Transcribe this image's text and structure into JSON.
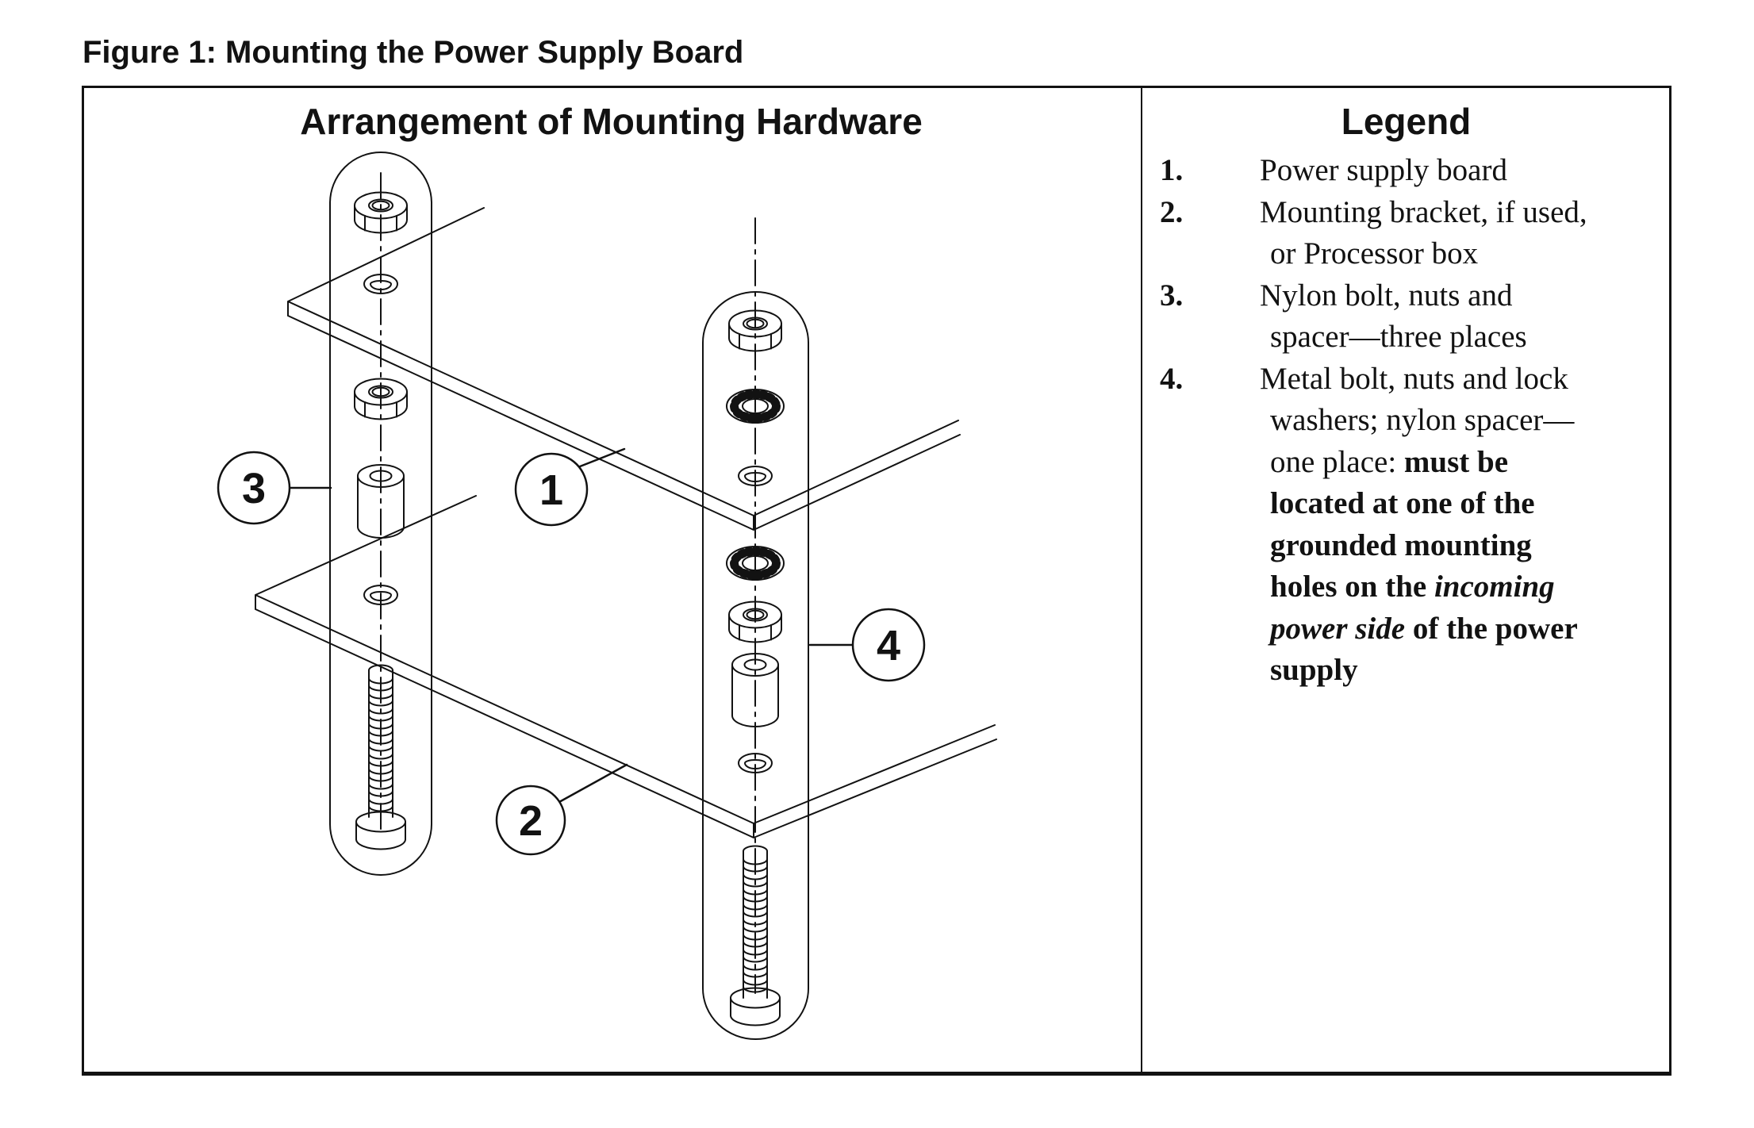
{
  "page": {
    "title": "Figure 1: Mounting the Power Supply Board"
  },
  "colors": {
    "ink": "#121212",
    "background": "#ffffff"
  },
  "diagram_panel": {
    "heading": "Arrangement of Mounting Hardware",
    "callouts": [
      {
        "number": "1",
        "points_to": "power supply board plate"
      },
      {
        "number": "2",
        "points_to": "mounting bracket plate"
      },
      {
        "number": "3",
        "points_to": "nylon bolt standoff assembly"
      },
      {
        "number": "4",
        "points_to": "metal bolt standoff assembly"
      }
    ]
  },
  "legend_panel": {
    "heading": "Legend",
    "items": [
      {
        "number": "1.",
        "lines": [
          [
            {
              "t": "Power supply board"
            }
          ]
        ]
      },
      {
        "number": "2.",
        "lines": [
          [
            {
              "t": "Mounting bracket, if used,"
            }
          ],
          [
            {
              "t": "or Processor box"
            }
          ]
        ]
      },
      {
        "number": "3.",
        "lines": [
          [
            {
              "t": "Nylon bolt, nuts and"
            }
          ],
          [
            {
              "t": "spacer—three places"
            }
          ]
        ]
      },
      {
        "number": "4.",
        "lines": [
          [
            {
              "t": "Metal bolt, nuts and lock"
            }
          ],
          [
            {
              "t": "washers; nylon spacer—"
            }
          ],
          [
            {
              "t": "one place: "
            },
            {
              "t": "must be",
              "b": true
            }
          ],
          [
            {
              "t": "located at one of the",
              "b": true
            }
          ],
          [
            {
              "t": "grounded mounting",
              "b": true
            }
          ],
          [
            {
              "t": "holes on the ",
              "b": true
            },
            {
              "t": "incoming",
              "b": true,
              "i": true
            }
          ],
          [
            {
              "t": "power side",
              "b": true,
              "i": true
            },
            {
              "t": " of the power",
              "b": true
            }
          ],
          [
            {
              "t": "supply",
              "b": true
            }
          ]
        ]
      }
    ]
  }
}
